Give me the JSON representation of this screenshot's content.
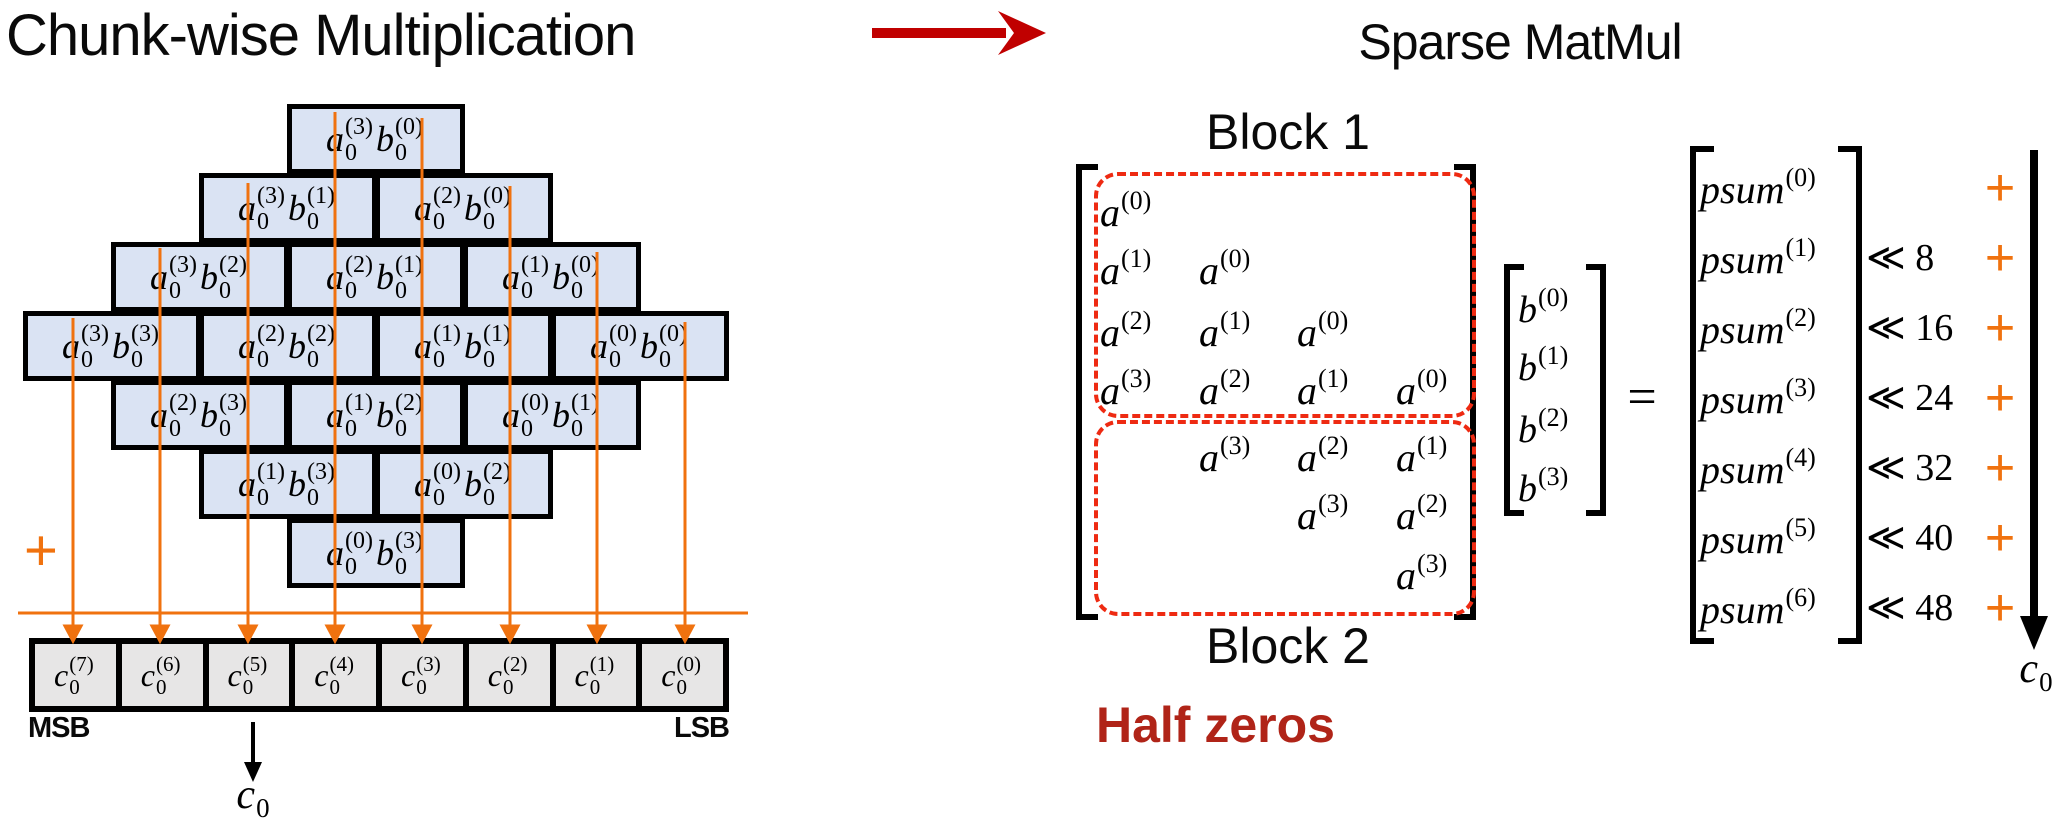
{
  "titles": {
    "left": "Chunk-wise Multiplication",
    "right": "Sparse MatMul"
  },
  "colors": {
    "block_fill": "#dae3f3",
    "result_cell_fill": "#e7e6e6",
    "orange_accent": "#f0720f",
    "red_arrow": "#c00000",
    "dashed_red": "#ee2a12",
    "half_zeros_red": "#b02418"
  },
  "pyramid": {
    "var_a": "a",
    "var_b": "b",
    "subscript": "0",
    "plus": "+",
    "rows": [
      [
        {
          "a": "(3)",
          "b": "(0)"
        }
      ],
      [
        {
          "a": "(3)",
          "b": "(1)"
        },
        {
          "a": "(2)",
          "b": "(0)"
        }
      ],
      [
        {
          "a": "(3)",
          "b": "(2)"
        },
        {
          "a": "(2)",
          "b": "(1)"
        },
        {
          "a": "(1)",
          "b": "(0)"
        }
      ],
      [
        {
          "a": "(3)",
          "b": "(3)"
        },
        {
          "a": "(2)",
          "b": "(2)"
        },
        {
          "a": "(1)",
          "b": "(1)"
        },
        {
          "a": "(0)",
          "b": "(0)"
        }
      ],
      [
        {
          "a": "(2)",
          "b": "(3)"
        },
        {
          "a": "(1)",
          "b": "(2)"
        },
        {
          "a": "(0)",
          "b": "(1)"
        }
      ],
      [
        {
          "a": "(1)",
          "b": "(3)"
        },
        {
          "a": "(0)",
          "b": "(2)"
        }
      ],
      [
        {
          "a": "(0)",
          "b": "(3)"
        }
      ]
    ]
  },
  "result_row": {
    "base": "c",
    "subscript": "0",
    "cells": [
      "(7)",
      "(6)",
      "(5)",
      "(4)",
      "(3)",
      "(2)",
      "(1)",
      "(0)"
    ],
    "msb": "MSB",
    "lsb": "LSB"
  },
  "output": {
    "base": "c",
    "subscript": "0"
  },
  "sparse": {
    "block1_label": "Block 1",
    "block2_label": "Block 2",
    "half_zeros": "Half zeros",
    "matrix": {
      "entry_base": "a",
      "grid": [
        [
          "(0)",
          null,
          null,
          null
        ],
        [
          "(1)",
          "(0)",
          null,
          null
        ],
        [
          "(2)",
          "(1)",
          "(0)",
          null
        ],
        [
          "(3)",
          "(2)",
          "(1)",
          "(0)"
        ],
        [
          null,
          "(3)",
          "(2)",
          "(1)"
        ],
        [
          null,
          null,
          "(3)",
          "(2)"
        ],
        [
          null,
          null,
          null,
          "(3)"
        ]
      ]
    },
    "b_vector": {
      "base": "b",
      "sups": [
        "(0)",
        "(1)",
        "(2)",
        "(3)"
      ]
    },
    "equals": "=",
    "psum": {
      "base": "psum",
      "sups": [
        "(0)",
        "(1)",
        "(2)",
        "(3)",
        "(4)",
        "(5)",
        "(6)"
      ],
      "shifts": [
        "",
        "≪ 8",
        "≪ 16",
        "≪ 24",
        "≪ 32",
        "≪ 40",
        "≪ 48"
      ],
      "plus": "+"
    },
    "output": {
      "base": "c",
      "subscript": "0"
    }
  }
}
